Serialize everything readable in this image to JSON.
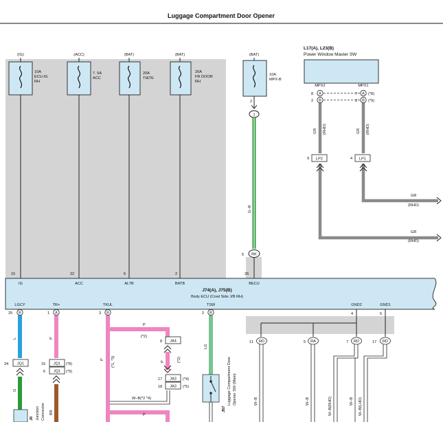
{
  "title": "Luggage Compartment Door Opener",
  "fuses": [
    {
      "supply": "(IG)",
      "rating": "10A",
      "name": "ECU-IG",
      "name2": "RH"
    },
    {
      "supply": "(ACC)",
      "rating": "7. 5A",
      "name": "ACC",
      "name2": ""
    },
    {
      "supply": "(BAT)",
      "rating": "20A",
      "name": "TI&TE",
      "name2": ""
    },
    {
      "supply": "(BAT)",
      "rating": "20A",
      "name": "FR DOOR",
      "name2": "RH"
    },
    {
      "supply": "(BAT)",
      "rating": "10A",
      "name": "MPX-B",
      "name2": ""
    }
  ],
  "connectors": {
    "fuse_mpxb_pin": "2",
    "joint_1": "1",
    "rk_pin": "5",
    "rk": "RK",
    "pws_id": "L17(A), L23(B)",
    "pws_name": "Power Window Master SW",
    "mpx2": "MPX2",
    "mpx1": "MPX1",
    "pws_rows": [
      {
        "lpin": "8",
        "lconn": "A",
        "rpin": "7",
        "rconn": "A",
        "note": "(*8)"
      },
      {
        "lpin": "2",
        "lconn": "B",
        "rpin": "3",
        "rconn": "B",
        "note": "(*9)"
      }
    ],
    "lp2_pin": "9",
    "lp2": "LP2",
    "lp1_pin": "4",
    "lp1": "LP1",
    "gr_out1": "GR",
    "rhd_out1": "(RHD)",
    "gr_out2": "GR",
    "rhd_out2": "(RHD)",
    "gr_wire": "GR",
    "rhd_wire": "(RHD)",
    "gr_wire2": "GR",
    "rhd_wire2": "(RHD)",
    "gr_main": "G–R"
  },
  "ecu": {
    "id": "J74(A), J75(B)",
    "name": "Body ECU (Cowl Side J/B RH)",
    "top_pins": [
      {
        "pin": "15",
        "name": "IG"
      },
      {
        "pin": "22",
        "name": "ACC"
      },
      {
        "pin": "6",
        "name": "ALTB"
      },
      {
        "pin": "2",
        "name": "BATB"
      },
      {
        "pin": "26",
        "name": "BECU"
      }
    ],
    "bottom_pins": [
      {
        "pin": "25",
        "conn": "B",
        "name": "LGCY"
      },
      {
        "pin": "1",
        "conn": "A",
        "name": "TR+"
      },
      {
        "pin": "3",
        "conn": "B",
        "name": "TKUL"
      },
      {
        "pin": "2",
        "conn": "B",
        "name": "TSW"
      },
      {
        "pin": "4",
        "conn": "",
        "name": "GND2"
      },
      {
        "pin": "5",
        "conn": "",
        "name": "GND1"
      }
    ]
  },
  "lower": {
    "wire_l": "L",
    "wire_p": "P",
    "wire_p_note": "(*1, *3)",
    "wire_p_top": "P",
    "wire_p_top_note": "(*2)",
    "wire_lg": "LG",
    "wire_g": "G",
    "wire_br": "BR",
    "ja4_pin": "8",
    "ja4": "JA4",
    "ja4_wire": "P",
    "ja4_note": "(*2)",
    "jq1_single_pin": "34",
    "jq1_single": "JQ1",
    "jq1_rows": [
      {
        "pin": "15",
        "conn": "JQ1",
        "note": "(*8)"
      },
      {
        "pin": "6",
        "conn": "JQ1",
        "note": "(*9)"
      }
    ],
    "ja3_rows": [
      {
        "pin": "17",
        "conn": "JA3",
        "note": "(*4)"
      },
      {
        "pin": "18",
        "conn": "JA3",
        "note": "(*5)"
      }
    ],
    "wb_note": "W–B(*2 *4)",
    "bottom_p": "P",
    "switch_id": "J57",
    "switch_name": "Luggage Compartment Door",
    "switch_name2": "Opener SW (Main)",
    "j6_id": "J6",
    "j6_name": "Junction",
    "j6_name2": "Connector",
    "rd_pins": [
      {
        "pin": "11",
        "conn": "RD",
        "wire": "W–B"
      },
      {
        "pin": "5",
        "conn": "RA",
        "wire": "W–B"
      },
      {
        "pin": "7",
        "conn": "RD",
        "wire": "W–B(RHD)"
      },
      {
        "pin": "17",
        "conn": "RD",
        "wire": "W–B(LHD)"
      }
    ],
    "mid_wire": "W–B"
  },
  "colors": {
    "bg_box": "#d4d4d4",
    "ecu_fill": "#cde8f4",
    "fuse_fill": "#cde8f4",
    "wire_gray": "#8a8a8a",
    "wire_green": "#2e9a3a",
    "wire_blue": "#27a3de",
    "wire_pink": "#ee86c0",
    "wire_lg": "#78c493",
    "wire_brown": "#9b5a2a"
  }
}
